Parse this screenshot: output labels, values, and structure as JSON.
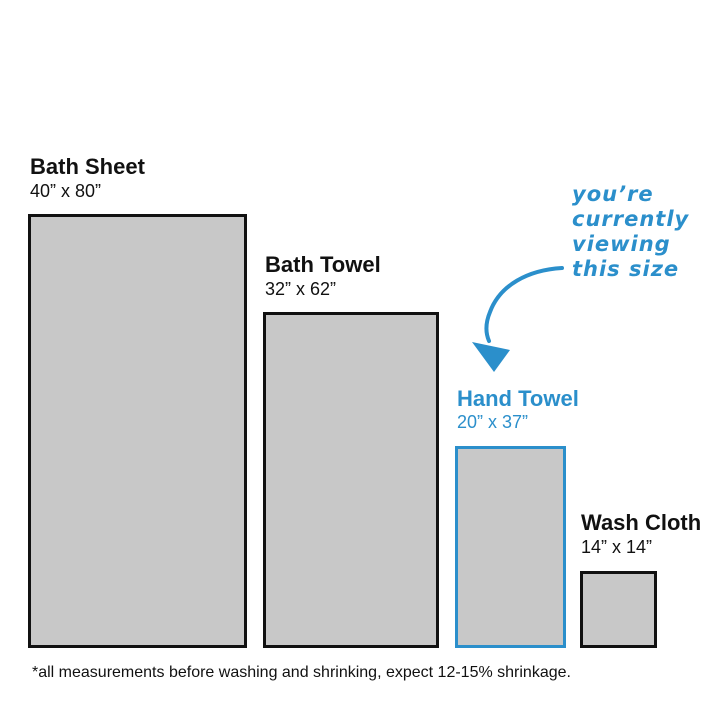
{
  "colors": {
    "towel_fill": "#c8c8c8",
    "outline": "#111111",
    "highlight": "#2b8fcb"
  },
  "towels": [
    {
      "name": "Bath Sheet",
      "dimensions": "40” x 80”",
      "width_in": 40,
      "length_in": 80,
      "selected": false
    },
    {
      "name": "Bath Towel",
      "dimensions": "32” x 62”",
      "width_in": 32,
      "length_in": 62,
      "selected": false
    },
    {
      "name": "Hand Towel",
      "dimensions": "20” x 37”",
      "width_in": 20,
      "length_in": 37,
      "selected": true
    },
    {
      "name": "Wash Cloth",
      "dimensions": "14” x 14”",
      "width_in": 14,
      "length_in": 14,
      "selected": false
    }
  ],
  "callout": {
    "lines": [
      "you’re",
      "currently",
      "viewing",
      "this size"
    ],
    "icon": "curved-arrow-icon"
  },
  "footnote": "*all measurements before washing and shrinking, expect 12-15% shrinkage."
}
